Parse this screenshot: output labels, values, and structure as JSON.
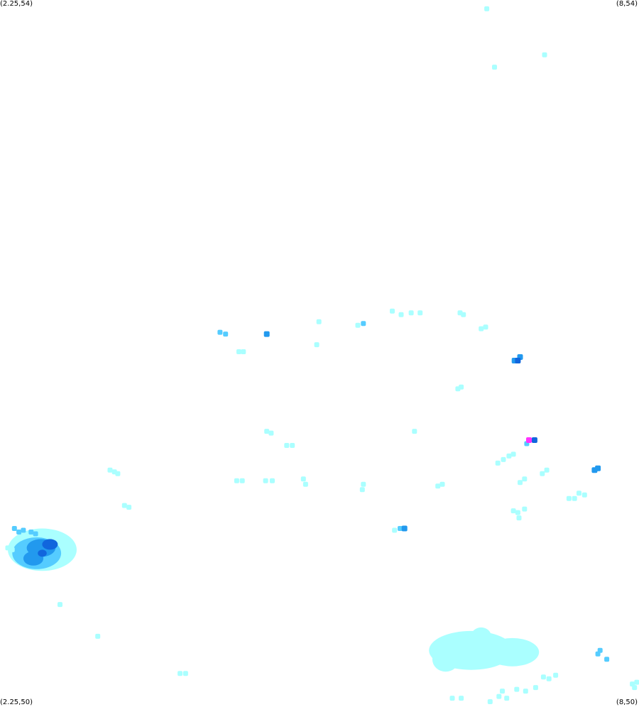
{
  "corners": {
    "top_left": "(2.25,54)",
    "top_right": "(8,54)",
    "bottom_left": "(2.25,50)",
    "bottom_right": "(8,50)"
  },
  "colors": {
    "background": "#ffffff",
    "level1": "#aaffff",
    "level2": "#55ccff",
    "level3": "#2299ee",
    "level4": "#1166dd",
    "level5": "#ff33ff"
  },
  "extent": {
    "lon_min": 2.25,
    "lon_max": 8,
    "lat_min": 50,
    "lat_max": 54
  },
  "cells": [
    [
      6.63,
      53.95,
      1
    ],
    [
      6.7,
      53.62,
      1
    ],
    [
      7.15,
      53.69,
      1
    ],
    [
      4.23,
      52.12,
      2
    ],
    [
      4.28,
      52.11,
      2
    ],
    [
      4.65,
      52.11,
      3
    ],
    [
      5.12,
      52.18,
      1
    ],
    [
      5.1,
      52.05,
      1
    ],
    [
      5.47,
      52.16,
      1
    ],
    [
      5.52,
      52.17,
      2
    ],
    [
      5.78,
      52.24,
      1
    ],
    [
      5.86,
      52.22,
      1
    ],
    [
      5.95,
      52.23,
      1
    ],
    [
      6.03,
      52.23,
      1
    ],
    [
      6.39,
      52.23,
      1
    ],
    [
      6.42,
      52.22,
      1
    ],
    [
      6.58,
      52.14,
      1
    ],
    [
      6.62,
      52.15,
      1
    ],
    [
      4.4,
      52.01,
      1
    ],
    [
      4.44,
      52.01,
      1
    ],
    [
      6.88,
      51.96,
      3
    ],
    [
      6.91,
      51.96,
      4
    ],
    [
      6.93,
      51.98,
      3
    ],
    [
      6.37,
      51.8,
      1
    ],
    [
      6.4,
      51.81,
      1
    ],
    [
      4.65,
      51.56,
      1
    ],
    [
      4.69,
      51.55,
      1
    ],
    [
      4.83,
      51.48,
      1
    ],
    [
      4.88,
      51.48,
      1
    ],
    [
      5.98,
      51.56,
      1
    ],
    [
      7.01,
      51.51,
      5
    ],
    [
      7.06,
      51.51,
      4
    ],
    [
      6.99,
      51.49,
      2
    ],
    [
      6.78,
      51.4,
      1
    ],
    [
      6.83,
      51.42,
      1
    ],
    [
      6.87,
      51.43,
      1
    ],
    [
      6.73,
      51.38,
      1
    ],
    [
      3.24,
      51.34,
      1
    ],
    [
      3.28,
      51.33,
      1
    ],
    [
      3.31,
      51.32,
      1
    ],
    [
      4.38,
      51.28,
      1
    ],
    [
      4.43,
      51.28,
      1
    ],
    [
      4.64,
      51.28,
      1
    ],
    [
      4.7,
      51.28,
      1
    ],
    [
      4.98,
      51.29,
      1
    ],
    [
      5.0,
      51.26,
      1
    ],
    [
      5.52,
      51.26,
      1
    ],
    [
      5.51,
      51.23,
      1
    ],
    [
      6.19,
      51.25,
      1
    ],
    [
      6.23,
      51.26,
      1
    ],
    [
      6.93,
      51.27,
      1
    ],
    [
      6.97,
      51.29,
      1
    ],
    [
      7.13,
      51.32,
      1
    ],
    [
      7.17,
      51.34,
      1
    ],
    [
      7.6,
      51.34,
      3
    ],
    [
      7.63,
      51.35,
      3
    ],
    [
      7.37,
      51.18,
      1
    ],
    [
      7.42,
      51.18,
      1
    ],
    [
      7.46,
      51.21,
      1
    ],
    [
      7.51,
      51.2,
      1
    ],
    [
      6.87,
      51.11,
      1
    ],
    [
      6.91,
      51.1,
      1
    ],
    [
      6.97,
      51.12,
      1
    ],
    [
      6.92,
      51.07,
      1
    ],
    [
      3.37,
      51.14,
      1
    ],
    [
      3.41,
      51.13,
      1
    ],
    [
      5.8,
      51.0,
      1
    ],
    [
      5.85,
      51.01,
      2
    ],
    [
      5.89,
      51.01,
      3
    ],
    [
      2.38,
      51.01,
      2
    ],
    [
      2.42,
      50.99,
      2
    ],
    [
      2.46,
      51.0,
      2
    ],
    [
      2.53,
      50.99,
      2
    ],
    [
      2.57,
      50.98,
      2
    ],
    [
      2.32,
      50.9,
      1
    ],
    [
      2.36,
      50.89,
      1
    ],
    [
      2.79,
      50.58,
      1
    ],
    [
      3.13,
      50.4,
      1
    ],
    [
      3.87,
      50.19,
      1
    ],
    [
      3.92,
      50.19,
      1
    ],
    [
      7.65,
      50.32,
      2
    ],
    [
      7.63,
      50.3,
      2
    ],
    [
      7.71,
      50.27,
      2
    ],
    [
      7.14,
      50.17,
      1
    ],
    [
      7.19,
      50.16,
      1
    ],
    [
      7.25,
      50.18,
      1
    ],
    [
      6.9,
      50.1,
      1
    ],
    [
      6.98,
      50.09,
      1
    ],
    [
      7.07,
      50.11,
      1
    ],
    [
      6.77,
      50.09,
      1
    ],
    [
      6.74,
      50.06,
      1
    ],
    [
      6.81,
      50.05,
      1
    ],
    [
      7.94,
      50.13,
      1
    ],
    [
      7.96,
      50.11,
      1
    ],
    [
      7.98,
      50.14,
      1
    ],
    [
      6.32,
      50.05,
      1
    ],
    [
      6.4,
      50.05,
      1
    ],
    [
      6.66,
      50.03,
      1
    ]
  ],
  "clusters": [
    {
      "lon": 2.63,
      "lat": 50.89,
      "rx_deg": 0.31,
      "ry_deg": 0.12,
      "level": 1
    },
    {
      "lon": 2.58,
      "lat": 50.87,
      "rx_deg": 0.22,
      "ry_deg": 0.09,
      "level": 2
    },
    {
      "lon": 2.62,
      "lat": 50.9,
      "rx_deg": 0.13,
      "ry_deg": 0.05,
      "level": 3
    },
    {
      "lon": 2.55,
      "lat": 50.84,
      "rx_deg": 0.09,
      "ry_deg": 0.04,
      "level": 3
    },
    {
      "lon": 2.7,
      "lat": 50.92,
      "rx_deg": 0.07,
      "ry_deg": 0.03,
      "level": 4
    },
    {
      "lon": 2.63,
      "lat": 50.87,
      "rx_deg": 0.04,
      "ry_deg": 0.02,
      "level": 4
    },
    {
      "lon": 6.49,
      "lat": 50.32,
      "rx_deg": 0.38,
      "ry_deg": 0.11,
      "level": 1
    },
    {
      "lon": 6.86,
      "lat": 50.31,
      "rx_deg": 0.24,
      "ry_deg": 0.08,
      "level": 1
    },
    {
      "lon": 6.26,
      "lat": 50.27,
      "rx_deg": 0.12,
      "ry_deg": 0.07,
      "level": 1
    },
    {
      "lon": 6.58,
      "lat": 50.4,
      "rx_deg": 0.09,
      "ry_deg": 0.05,
      "level": 1
    }
  ]
}
